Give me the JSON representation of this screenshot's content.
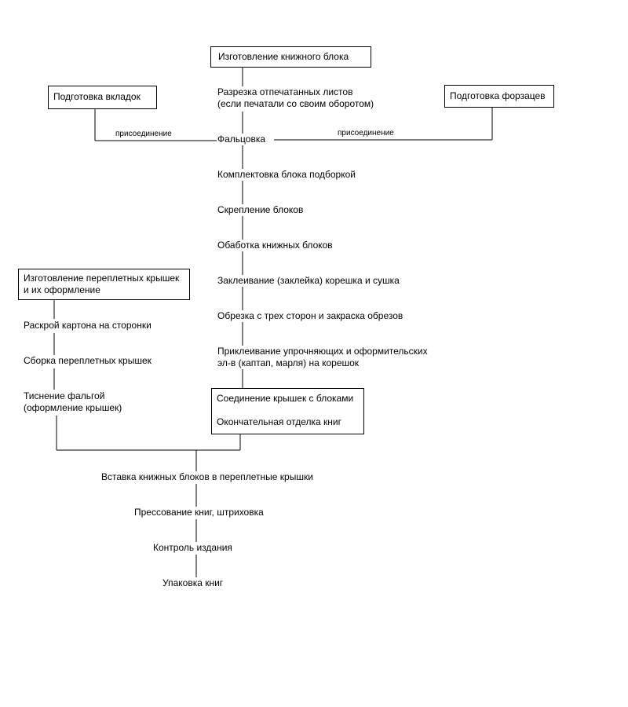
{
  "main": {
    "title": "Изготовление книжного блока",
    "steps": [
      "Разрезка отпечатанных листов",
      "(если печатали со своим оборотом)",
      "Фальцовка",
      "Комплектовка блока подборкой",
      "Скрепление блоков",
      "Обаботка книжных блоков",
      "Заклеивание (заклейка) корешка и сушка",
      "Обрезка с трех сторон и закраска обрезов",
      "Приклеивание упрочняющих и оформительских",
      "эл-в (каптап, марля) на корешок"
    ]
  },
  "left": {
    "title": "Подготовка вкладок",
    "join_label": "присоединение"
  },
  "right": {
    "title": "Подготовка форзацев",
    "join_label": "присоединение"
  },
  "covers": {
    "title_line1": "Изготовление переплетных крышек",
    "title_line2": "и их оформление",
    "steps": [
      "Раскрой картона на сторонки",
      "Сборка переплетных крышек",
      "Тиснение фальгой",
      "(оформление крышек)"
    ]
  },
  "join_box": {
    "line1": "Соединение крышек с блоками",
    "line2": "Окончательная отделка книг"
  },
  "final": {
    "steps": [
      "Вставка книжных блоков в переплетные крышки",
      "Прессование книг, штриховка",
      "Контроль издания",
      "Упаковка книг"
    ]
  }
}
